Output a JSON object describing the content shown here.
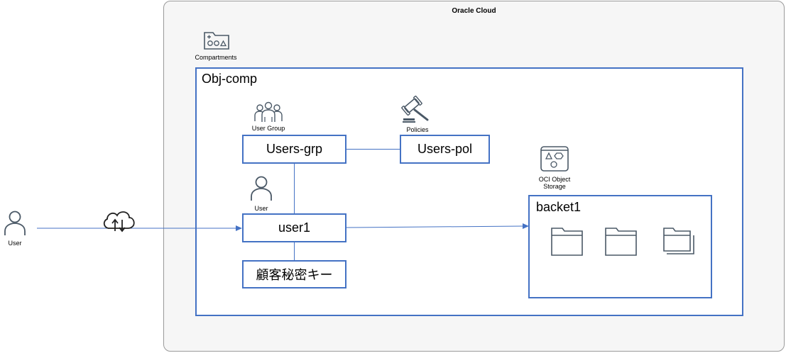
{
  "diagram": {
    "cloud": {
      "title": "Oracle Cloud"
    },
    "compartments_icon_label": "Compartments",
    "compartment": {
      "title": "Obj-comp"
    },
    "user_group": {
      "icon_label": "User Group",
      "box_label": "Users-grp"
    },
    "policies": {
      "icon_label": "Policies",
      "box_label": "Users-pol"
    },
    "user_inside": {
      "icon_label": "User",
      "box_label": "user1"
    },
    "secret_key": {
      "box_label": "顧客秘密キー"
    },
    "external_user": {
      "icon_label": "User"
    },
    "object_storage": {
      "icon_label_line1": "OCI Object",
      "icon_label_line2": "Storage"
    },
    "bucket": {
      "title": "backet1"
    }
  },
  "colors": {
    "accent": "#4472c4",
    "icon": "#4a5866",
    "region_bg": "#f6f6f6"
  }
}
